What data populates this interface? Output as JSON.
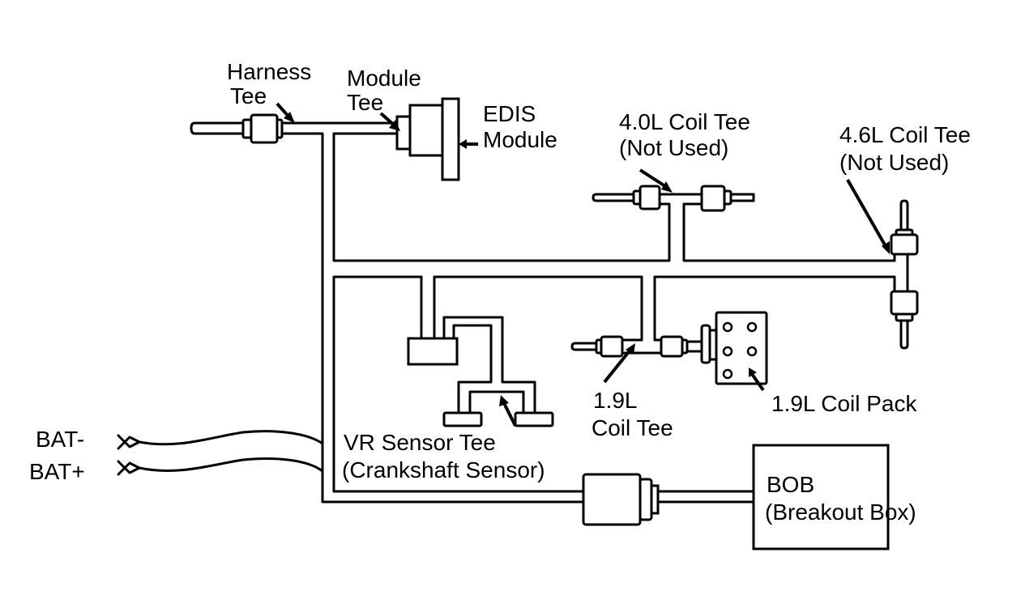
{
  "diagram": {
    "type": "wiring-hookup",
    "labels": {
      "harness_tee": [
        "Harness",
        "Tee"
      ],
      "module_tee": [
        "Module",
        "Tee"
      ],
      "edis_module": [
        "EDIS",
        "Module"
      ],
      "coil_tee_40": [
        "4.0L Coil Tee",
        "(Not Used)"
      ],
      "coil_tee_46": [
        "4.6L Coil Tee",
        "(Not Used)"
      ],
      "coil_tee_19": [
        "1.9L",
        "Coil Tee"
      ],
      "coil_pack_19": "1.9L Coil Pack",
      "vr_sensor_tee": [
        "VR Sensor Tee",
        "(Crankshaft Sensor)"
      ],
      "bat_neg": "BAT-",
      "bat_pos": "BAT+",
      "bob": [
        "BOB",
        "(Breakout Box)"
      ]
    },
    "components": [
      {
        "id": "harness-tee",
        "name": "Harness Tee"
      },
      {
        "id": "module-tee",
        "name": "Module Tee"
      },
      {
        "id": "edis-module",
        "name": "EDIS Module"
      },
      {
        "id": "coil-tee-40",
        "name": "4.0L Coil Tee",
        "status": "Not Used"
      },
      {
        "id": "coil-tee-46",
        "name": "4.6L Coil Tee",
        "status": "Not Used"
      },
      {
        "id": "coil-tee-19",
        "name": "1.9L Coil Tee"
      },
      {
        "id": "coil-pack-19",
        "name": "1.9L Coil Pack",
        "terminals": 5
      },
      {
        "id": "vr-sensor-tee",
        "name": "VR Sensor Tee (Crankshaft Sensor)"
      },
      {
        "id": "bob",
        "name": "BOB (Breakout Box)"
      },
      {
        "id": "bat-neg",
        "name": "BAT-"
      },
      {
        "id": "bat-pos",
        "name": "BAT+"
      }
    ]
  }
}
